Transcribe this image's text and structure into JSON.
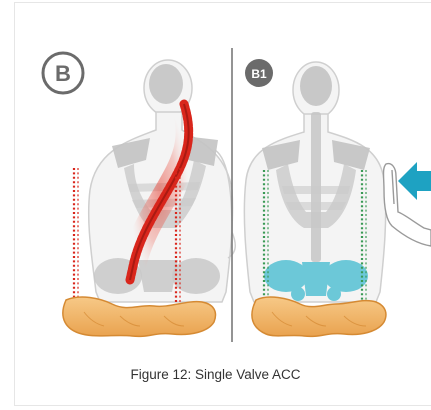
{
  "figure": {
    "panel_left": {
      "label": "B"
    },
    "panel_right": {
      "label": "B1"
    },
    "caption": "Figure 12: Single Valve ACC"
  },
  "colors": {
    "body_outline": "#c9c9c9",
    "skeleton": "#c2c2c2",
    "spine_red": "#d9261c",
    "spine_red_light": "#f08a80",
    "pelvis_blue": "#5ec4d6",
    "cushion_orange": "#f2b96b",
    "arrow_teal": "#1ea2c2",
    "red_dotted": "#d9261c",
    "green_dotted": "#3a9a55",
    "badge_dark": "#6b6b6b",
    "divider": "#7a7a7a"
  }
}
